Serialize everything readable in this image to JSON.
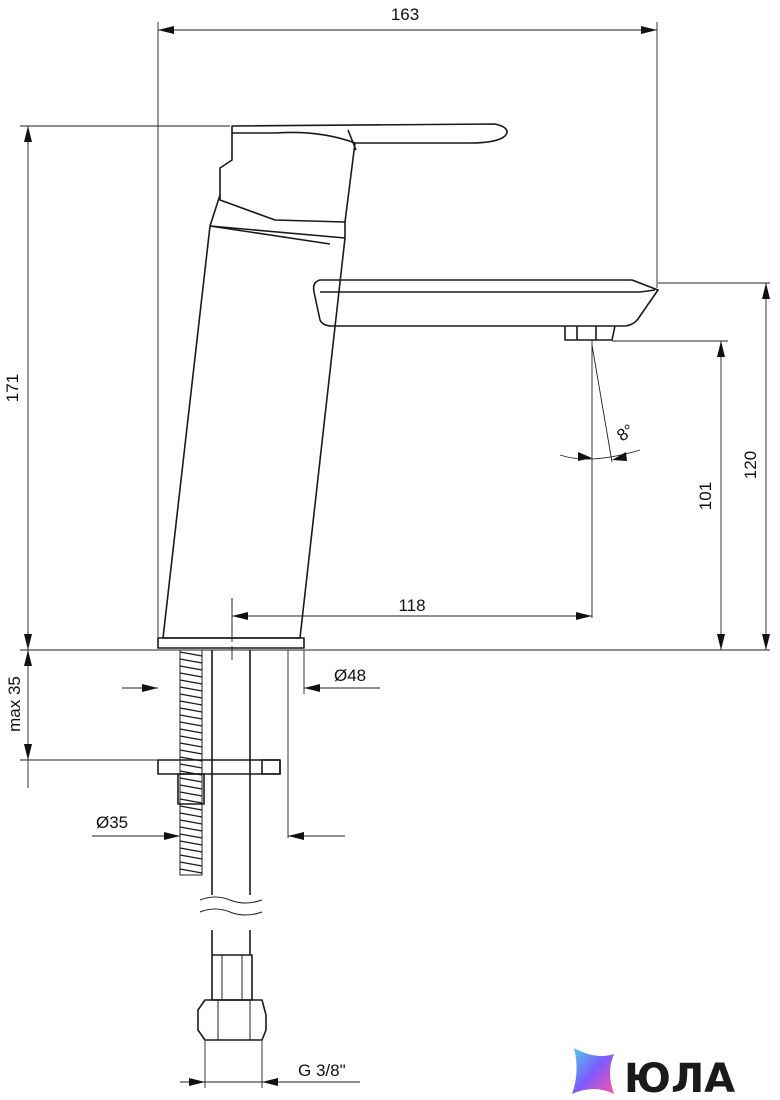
{
  "dimensions": {
    "total_width": "163",
    "total_height": "171",
    "spout_height": "120",
    "outlet_height": "101",
    "spout_reach": "118",
    "base_diameter": "Ø48",
    "hole_diameter": "Ø35",
    "max_thickness": "max 35",
    "angle": "8°",
    "connection": "G 3/8\""
  },
  "logo": {
    "text": "ЮЛА",
    "colors": [
      "#4fd1e8",
      "#7b5cff",
      "#ff4fa3"
    ]
  }
}
